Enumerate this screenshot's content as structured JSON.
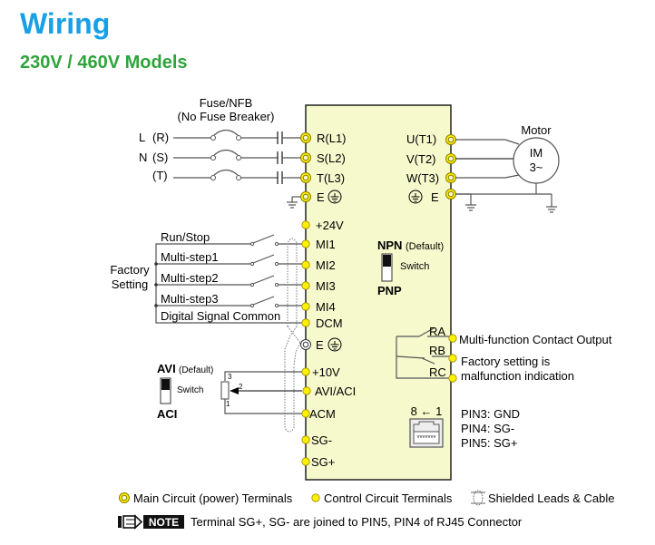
{
  "header": {
    "title": "Wiring",
    "subtitle": "230V / 460V Models"
  },
  "colors": {
    "title": "#18a0e6",
    "subtitle": "#2ea43a",
    "panel_fill": "#f5f9cc",
    "terminal_yellow": "#ffef00"
  },
  "power_input": {
    "fuse_label_1": "Fuse/NFB",
    "fuse_label_2": "(No Fuse Breaker)",
    "lines": [
      {
        "phase": "L",
        "name": "(R)",
        "terminal": "R(L1)"
      },
      {
        "phase": "N",
        "name": "(S)",
        "terminal": "S(L2)"
      },
      {
        "phase": "",
        "name": "(T)",
        "terminal": "T(L3)"
      }
    ],
    "earth_terminal": "E"
  },
  "power_output": {
    "terminals": [
      "U(T1)",
      "V(T2)",
      "W(T3)"
    ],
    "earth_terminal": "E",
    "motor_label": "Motor",
    "motor_line1": "IM",
    "motor_line2": "3~"
  },
  "digital_inputs": {
    "supply": "+24V",
    "group_label_1": "Factory",
    "group_label_2": "Setting",
    "items": [
      {
        "function": "Run/Stop",
        "terminal": "MI1"
      },
      {
        "function": "Multi-step1",
        "terminal": "MI2"
      },
      {
        "function": "Multi-step2",
        "terminal": "MI3"
      },
      {
        "function": "Multi-step3",
        "terminal": "MI4"
      }
    ],
    "common_label": "Digital Signal Common",
    "common_terminal": "DCM"
  },
  "npn_switch": {
    "top": "NPN",
    "default": "(Default)",
    "label": "Switch",
    "bottom": "PNP"
  },
  "relay": {
    "terminals": [
      "RA",
      "RB",
      "RC"
    ],
    "desc_1": "Multi-function Contact Output",
    "desc_2": "Factory setting is",
    "desc_3": "malfunction indication"
  },
  "analog": {
    "earth_terminal": "E",
    "terminals": [
      "+10V",
      "AVI/ACI",
      "ACM"
    ],
    "pot_pins": [
      "3",
      "2",
      "1"
    ],
    "switch_top": "AVI",
    "switch_default": "(Default)",
    "switch_label": "Switch",
    "switch_bottom": "ACI"
  },
  "comm": {
    "terminals": [
      "SG-",
      "SG+"
    ],
    "rj45_label": "8 ← 1",
    "pins": [
      "PIN3: GND",
      "PIN4: SG-",
      "PIN5: SG+"
    ]
  },
  "legend": {
    "main_circuit": "Main Circuit (power) Terminals",
    "control_circuit": "Control Circuit Terminals",
    "shielded": "Shielded Leads & Cable",
    "note_badge": "NOTE",
    "note_text": "Terminal SG+, SG- are joined to PIN5, PIN4 of RJ45 Connector"
  }
}
